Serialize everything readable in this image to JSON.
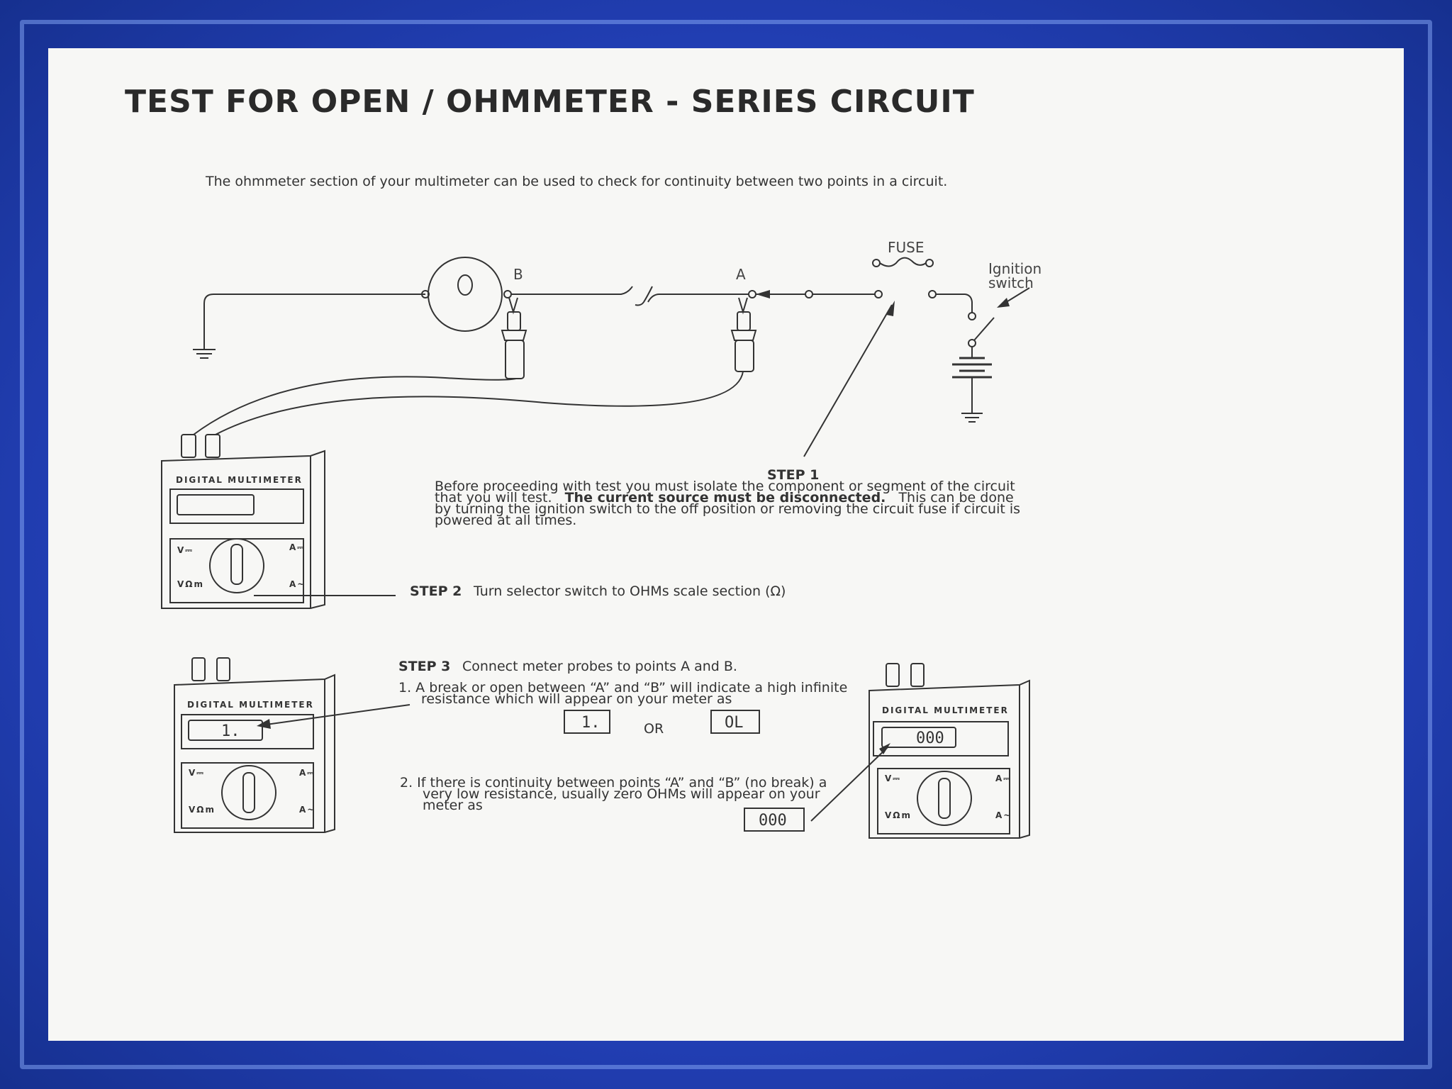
{
  "title": "TEST FOR OPEN / OHMMETER - SERIES CIRCUIT",
  "intro": "The ohmmeter section of your multimeter can be used to check for continuity between two points in a circuit.",
  "labels": {
    "fuse": "FUSE",
    "ignition_line1": "Ignition",
    "ignition_line2": "switch",
    "point_b": "B",
    "point_a": "A",
    "meter_name": "DIGITAL   MULTIMETER",
    "knob_vdc": "V⎓",
    "knob_vohm": "VΩm",
    "knob_a1": "A⎓",
    "knob_a2": "A~"
  },
  "step1": {
    "heading": "STEP 1",
    "line1": "Before proceeding with test you must isolate the component or segment of the circuit",
    "line2_a": "that you will test.",
    "line2_bold": "The current source must be disconnected.",
    "line2_b": "This can be done",
    "line3": "by turning the ignition switch to the off position or removing the circuit fuse if circuit is",
    "line4": "powered at all times."
  },
  "step2": {
    "heading": "STEP 2",
    "text": "Turn selector switch to OHMs scale section (Ω)"
  },
  "step3": {
    "heading": "STEP 3",
    "text": "Connect meter probes to points A and B.",
    "item1_line1": "1.  A break or open between “A” and “B” will indicate a high infinite",
    "item1_line2": "resistance which will appear on your meter as",
    "box_one": "1.",
    "or": "OR",
    "box_ol": "OL",
    "item2_line1": "2.  If there is continuity between points “A” and “B” (no break) a",
    "item2_line2": "very low resistance, usually zero OHMs will appear on your",
    "item2_line3": "meter as",
    "box_zero": "000"
  },
  "meter_readings": {
    "left_bottom": "1.",
    "right_bottom": "000"
  }
}
